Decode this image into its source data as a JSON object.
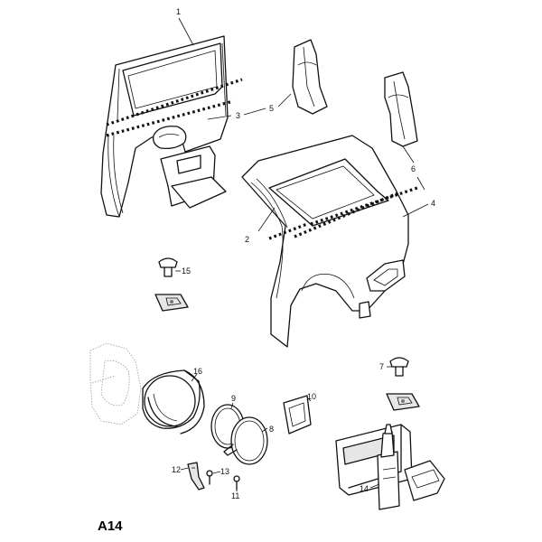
{
  "figure": {
    "title": "A14",
    "callouts": [
      "1",
      "2",
      "3",
      "4",
      "5",
      "6",
      "7",
      "8",
      "9",
      "10",
      "11",
      "12",
      "13",
      "14",
      "15",
      "16"
    ]
  }
}
